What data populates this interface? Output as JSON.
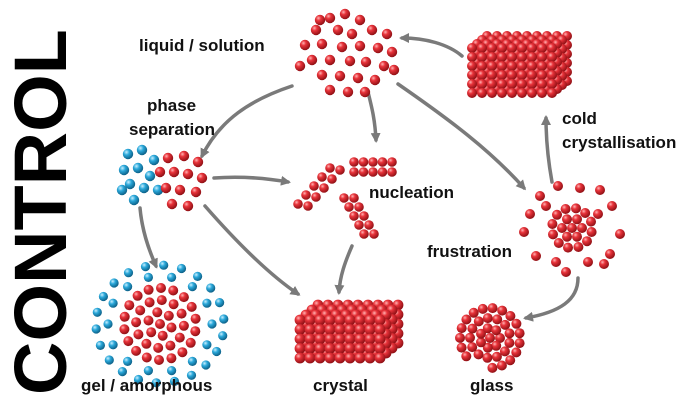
{
  "side_title": "CONTROL",
  "labels": {
    "liquid": "liquid / solution",
    "phase_line1": "phase",
    "phase_line2": "separation",
    "nucleation": "nucleation",
    "cold_line1": "cold",
    "cold_line2": "crystallisation",
    "frustration": "frustration",
    "gel": "gel / amorphous",
    "crystal": "crystal",
    "glass": "glass"
  },
  "colors": {
    "red_particle": "#d2232a",
    "blue_particle": "#27a3d6",
    "arrow": "#7a7a7a",
    "text": "#111111"
  }
}
